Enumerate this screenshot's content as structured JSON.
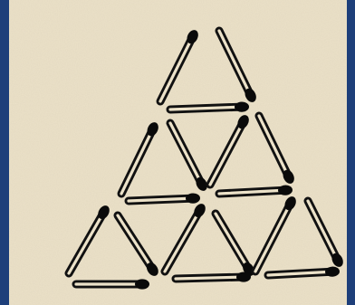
{
  "puzzle": {
    "kind": "matchstick triangles",
    "rows": 3,
    "matches": 18,
    "colors": {
      "border": "#1e3f7a",
      "paper": "#ece2c9",
      "ink": "#111111",
      "head": "#0a0a0a"
    }
  }
}
